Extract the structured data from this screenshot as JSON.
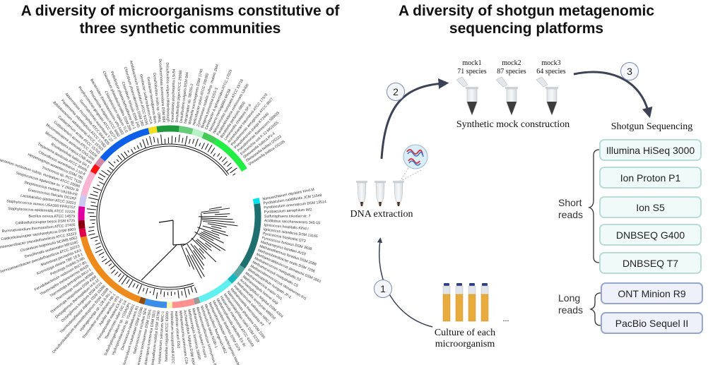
{
  "titles": {
    "left": "A diversity of microorganisms constitutive of three synthetic communities",
    "right": "A diversity of shotgun metagenomic sequencing platforms"
  },
  "workflow": {
    "steps": [
      {
        "number": "1",
        "label": "Culture of each microorganism",
        "line1": "Culture of each",
        "line2": "microorganism",
        "ellipsis": "..."
      },
      {
        "number": "2",
        "label": "DNA extraction"
      },
      {
        "number": "3",
        "label": "Synthetic mock construction"
      }
    ],
    "mocks": [
      {
        "name": "mock1",
        "species": "71 species"
      },
      {
        "name": "mock2",
        "species": "87 species"
      },
      {
        "name": "mock3",
        "species": "64 species"
      }
    ],
    "sequencing_title": "Shotgun Sequencing"
  },
  "platforms": {
    "short_label_1": "Short",
    "short_label_2": "reads",
    "long_label_1": "Long",
    "long_label_2": "reads",
    "short": [
      "Illumina HiSeq 3000",
      "Ion Proton P1",
      "Ion S5",
      "DNBSEQ G400",
      "DNBSEQ T7"
    ],
    "long": [
      "ONT Minion R9",
      "PacBio Sequel II"
    ]
  },
  "tree": {
    "ring_segments": [
      {
        "start": 0,
        "end": 2,
        "color": "#00e5ee"
      },
      {
        "start": 2,
        "end": 26,
        "color": "#1f6f6f"
      },
      {
        "start": 26,
        "end": 30,
        "color": "#5aa6a0"
      },
      {
        "start": 30,
        "end": 33,
        "color": "#16b7bd"
      },
      {
        "start": 33,
        "end": 46,
        "color": "#60f0f0"
      },
      {
        "start": 46,
        "end": 48,
        "color": "#9a9a9a"
      },
      {
        "start": 48,
        "end": 56,
        "color": "#ff9090"
      },
      {
        "start": 56,
        "end": 58,
        "color": "#fff3b0"
      },
      {
        "start": 58,
        "end": 66,
        "color": "#3a8ee8"
      },
      {
        "start": 66,
        "end": 68,
        "color": "#8b4a10"
      },
      {
        "start": 68,
        "end": 100,
        "color": "#ee8a1c"
      },
      {
        "start": 100,
        "end": 103,
        "color": "#e0004a"
      },
      {
        "start": 103,
        "end": 106,
        "color": "#8b0010"
      },
      {
        "start": 106,
        "end": 111,
        "color": "#e000a0"
      },
      {
        "start": 111,
        "end": 115,
        "color": "#c8c8f0"
      },
      {
        "start": 115,
        "end": 124,
        "color": "#f8b4d0"
      },
      {
        "start": 124,
        "end": 127,
        "color": "#ff1010"
      },
      {
        "start": 127,
        "end": 130,
        "color": "#d08aa8"
      },
      {
        "start": 130,
        "end": 150,
        "color": "#0b5fe8"
      },
      {
        "start": 150,
        "end": 153,
        "color": "#f0e020"
      },
      {
        "start": 153,
        "end": 161,
        "color": "#1e9a3c"
      },
      {
        "start": 161,
        "end": 166,
        "color": "#66cc77"
      },
      {
        "start": 166,
        "end": 170,
        "color": "#b8f0c8"
      },
      {
        "start": 170,
        "end": 175,
        "color": "#44cc55"
      },
      {
        "start": 175,
        "end": 190,
        "color": "#22ee44"
      }
    ],
    "labels": [
      "Nanoarchaeum equitans Kin4-M",
      "Pyrobaculum calidifontis JCM 11548",
      "Pyrobaculum arsenaticum DSM 13514",
      "Pyrobaculum aerophilum IM2",
      "Sulfurisphaera tokodaii str. 7",
      "Acidilobus saccharovorans 345-15",
      "Ignicoccus hospitalis KIN4 I",
      "Ignicoccus islandicus DSM 13165",
      "Pyrococcus horikoshii OT3",
      "Pyrococcus furiosus DSM 3638",
      "Methanopyrus kandleri AV19",
      "Methanothermus fervidus DSM 2088",
      "Methanobrevibacter oralis DSM 7256",
      "Methanocaldococcus jannaschii DSM 2661",
      "Methanococcus maripaludis S2",
      "Methanococcus maripaludis C5",
      "Methanothermococcus okinawensis IH1",
      "Methanospirillum hungatei JF-1",
      "Methanosarcina mazei Go1",
      "Methanoregula boonei 6A8",
      "Archaeoglobus fulgidus DSM 4304",
      "Methanocella arvoryzae MRE50",
      "Halobacterium salinarum NRC-1",
      "Methanosaeta thermophila PT",
      "Natronomonas pharaonis DSM 2160",
      "Methanohalophilus mahii DSM 5219",
      "Haloarcula marismortui ATCC 43049",
      "Methanosphaerula palustris E1-9c",
      "Methanolobus tindarius DSM 2278",
      "Methanothermobacter marburgensis Marburg",
      "Methanoculleus bourgensis MS2",
      "Methanolinea tarda NOBI-1",
      "Methanomassiliicoccus luminyensis B10",
      "Methanosarcina barkeri Fusaro",
      "Methanoregula formicica SMSP",
      "Archaeoglobus fulgidus DSM 4304",
      "Methanosarcina acetivorans C2A",
      "Haloferax volcanii DS2",
      "Halorubrum lacusprofundi ATCC 49239",
      "Natrialba magadii ATCC 43099",
      "Halobacterium salinarum NRC-1",
      "Haloquadratum walsbyi DSM 16790",
      "Haloterrigena turkmenica DSM 5511",
      "Halogeometricum borinquense DSM 11551",
      "Natronococcus occultus SP4",
      "Halomicrobium mukohataei DSM 12286",
      "Deinococcus radiodurans R1",
      "Hydrogenobaculum sp. Y04AAS1",
      "Sulfurihydrogenibium sp. YO3AOP1",
      "Thermocrinis ruber OC 1/4",
      "Persephonella marina EX-H1",
      "Aquifex aeolicus VF5",
      "Thermovibrio ammonificans HB-1",
      "Hydrogenivirga sp. 128-5-R1-1",
      "Desulfurobacterium thermolithotrophum DSM 11699",
      "Thermodesulfatator indicus DSM 15286",
      "Dictyoglomus turgidum DSM 6724",
      "Dictyoglomus thermophilum H-6-12",
      "Thermotoga neapolitana DSM 4359",
      "Thermotoga maritima MSB8",
      "Thermotoga petrophila RKU-1",
      "Thermosipho melanesiensis BI429",
      "Fervidobacterium nodosum Rt17-B1",
      "Petrotoga mobilis SJ95",
      "Kosmotoga olearia TBF 19.5.1",
      "Marinitoga piezophila KA3",
      "Thermoanaerobacter pseudethanolicus ATCC 33223",
      "Desulforudis audaxviator MP104C",
      "Clostridium beijerinckii NCIMB 8052",
      "Thermoanaerobacter pseudethanolicus ATCC 33223",
      "Caldicellulosiruptor saccharolyticus DSM 8903",
      "Ruminiclostridium thermocellum ATCC 27405",
      "Caldicellulosiruptor bescii DSM 6725",
      "Bacillus cereus ATCC 14579",
      "Staphylococcus epidermidis ATCC 12228",
      "Staphylococcus aureus USA300 FPR3757",
      "Lactobacillus gasseri ATCC 33323",
      "Enterococcus faecalis OG1RF",
      "Streptococcus mutans UA159-FR",
      "Streptococcus agalactiae sv. V 2603V R",
      "Fusobacterium nucleatum subsp. nucleatum ATCC 25586",
      "Trichormus sp. PCC 7120",
      "Herpetosiphon aurantiacus DSM 785",
      "Chloroflexus aurantiacus J-10-fl",
      "Treponema denticola ATCC 35405",
      "Rhodopirellula baltica SH 1",
      "Micromonospora tropica CNB-440",
      "Micromonospora arenicola CNS-205",
      "Cutibacterium acnes ATCC 11828",
      "Cutibacterium acnes ATCC 15703",
      "Bifidobacterium adolescentis ATCC 15703",
      "Paujensenia odontolyticus ATCC 17982",
      "Akkermansia muciniphila ATCC BAA-835",
      "Gemmatimonas aurantiaca T-27",
      "Porphyromonas gingivalis ATCC 33277",
      "Phocaeicola vulgatus ATCC 8482",
      "Bacteroides thetaiotaomicron VPI-5482",
      "Chlorobaculum tepidum TLS",
      "Chlorobium phaeobacteroides DSM 266",
      "Pelodictyon phaeoclathratiforme BU-1",
      "Chlorobium limicola DSM 245",
      "Chlorobium phaeovibrioides DSM 265",
      "Acidobacterium capsulatum ATCC 51196",
      "Geobacter sulfurreducens PCA",
      "Geobacter bemidjiensis Bem",
      "Desulfobulbus oralis sp. ORNL",
      "Desulfuromonas acetoxidans DSM 684",
      "Desulfovibrio vulgaris Hildenborough",
      "Desulfotalea psychrophila LSv54",
      "Desulfovibrio piger ATCC 29098",
      "Desulfovibrio vulgaris DSM 644",
      "Nitratiruptor sp. SB155-2",
      "Wolinella succinogenes DSM 1740",
      "Helicobacter pylori ATCC 700392",
      "Zymomonas mobilis subsp. mobilis ZM4",
      "Burgeria pyrrocinia DSS-3",
      "Cereibacter A sphaeroides ATCC 17029",
      "Neisseria meningitidis MC58",
      "Nitrosomonas europaea ATCC 19718",
      "Paraburkholderia xenovorans LB400",
      "Bordetella pertussis I9850",
      "Leminorella cholosea SP-6",
      "Acinetobacter baumannii ATCC 17978",
      "Pseudomonas aeruginosa ATCC 9027",
      "Pseudomonas putida KT2440",
      "Pseudomonas fluorescens SBW25",
      "Escherichia coli K-12 MG1655",
      "Shewanella baltica PV-4",
      "Shewanella baltica OS223",
      "Shewanella baltica OS185"
    ]
  }
}
